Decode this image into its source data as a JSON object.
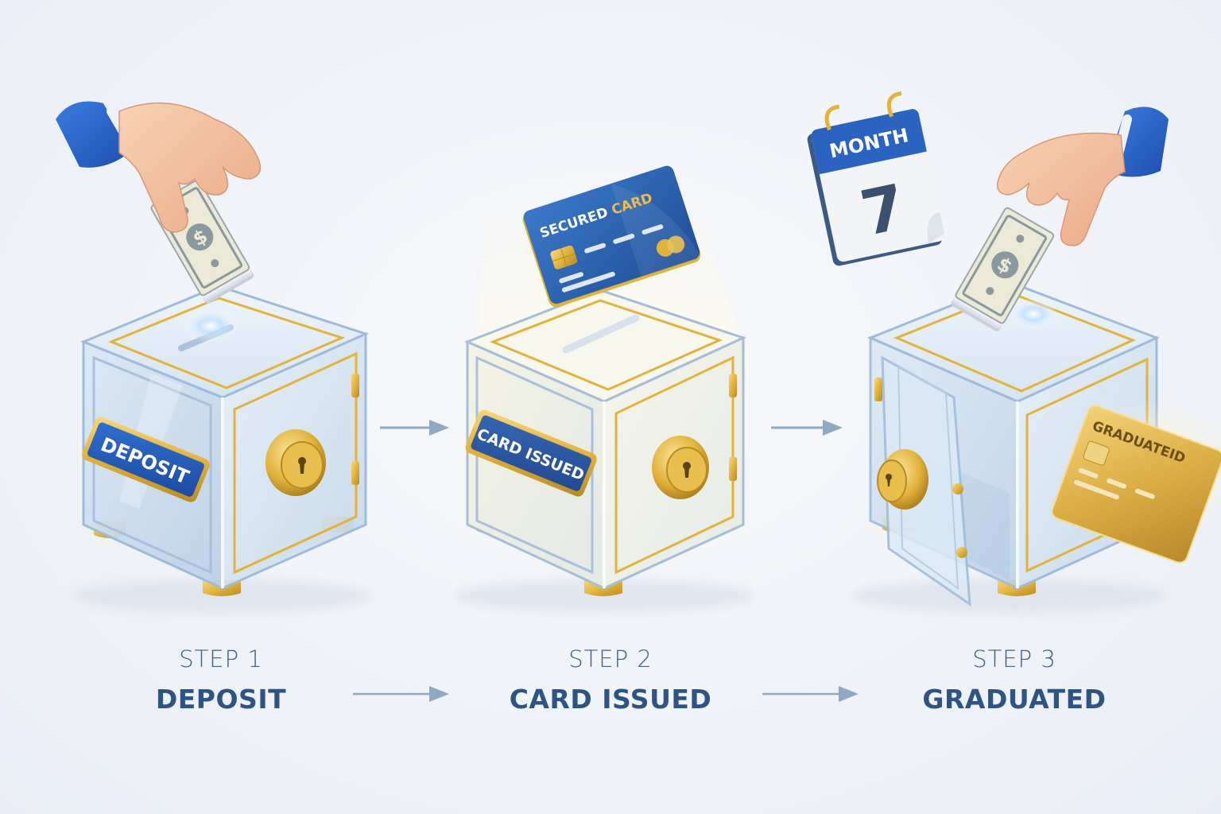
{
  "diagram": {
    "type": "process-flow",
    "direction": "left-to-right",
    "steps": [
      {
        "step_label": "STEP 1",
        "title": "DEPOSIT",
        "safe_plaque": "DEPOSIT",
        "illustration": "hand-placing-cash-into-locked-glass-safe",
        "icons": [
          "hand-icon",
          "cash-stack-icon",
          "safe-icon",
          "lock-icon"
        ]
      },
      {
        "step_label": "STEP 2",
        "title": "CARD ISSUED",
        "safe_plaque": "CARD ISSUED",
        "card_text_primary": "SECURED",
        "card_text_accent": "CARD",
        "illustration": "secured-card-rising-from-locked-glass-safe",
        "icons": [
          "credit-card-icon",
          "safe-icon",
          "lock-icon"
        ]
      },
      {
        "step_label": "STEP 3",
        "title": "GRADUATED",
        "calendar_label": "MONTH",
        "calendar_number": "7",
        "card_text": "GRADUATEID",
        "illustration": "open-glass-safe-cash-returned-gold-card",
        "icons": [
          "calendar-icon",
          "hand-icon",
          "cash-stack-icon",
          "open-safe-icon",
          "gold-card-icon"
        ]
      }
    ],
    "connectors": [
      {
        "from": "STEP 1",
        "to": "STEP 2",
        "style": "arrow"
      },
      {
        "from": "STEP 2",
        "to": "STEP 3",
        "style": "arrow"
      }
    ]
  },
  "colors": {
    "background": "#eef1f7",
    "heading_text": "#2e5484",
    "step_text": "#3c5f8c",
    "arrow": "#8fa9c4",
    "plaque_blue": "#2456b0",
    "gold": "#e2b23c",
    "glass": "#cfe0f1",
    "card_blue": "#2a5ea8",
    "card_gold": "#d9a93a",
    "sleeve_blue": "#2a62c4",
    "skin": "#f3c2a0",
    "cash": "#e9e6d4"
  }
}
